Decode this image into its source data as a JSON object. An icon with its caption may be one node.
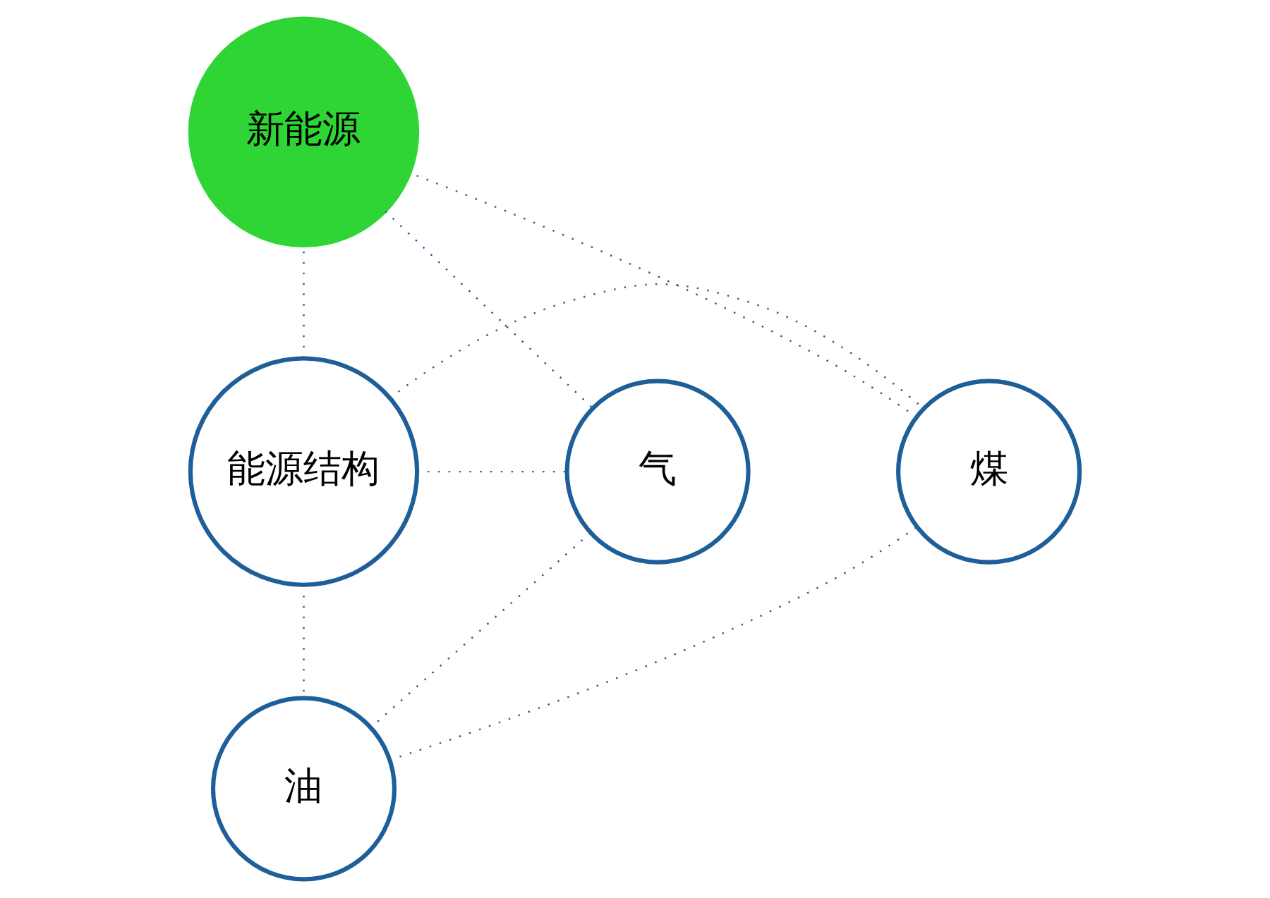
{
  "diagram": {
    "nodes": [
      {
        "text": [
          "新能源"
        ]
      },
      {
        "text": [
          "煤"
        ]
      },
      {
        "text": [
          "能源结构"
        ]
      },
      {
        "text": [
          "气"
        ]
      },
      {
        "text": [
          "油"
        ]
      }
    ],
    "edges": [
      {
        "from": 2,
        "to": 0,
        "arrow": "none",
        "style": "dashed"
      },
      {
        "from": 2,
        "to": 1,
        "arrow": "none",
        "style": "dashed"
      },
      {
        "from": 2,
        "to": 3,
        "arrow": "none",
        "style": "dashed"
      },
      {
        "from": 2,
        "to": 4,
        "arrow": "none",
        "style": "dashed"
      },
      {
        "from": 0,
        "to": 3,
        "arrow": "none",
        "style": "dashed",
        "color": "#1f5f99"
      },
      {
        "from": 3,
        "to": 4,
        "arrow": "none",
        "style": "dashed",
        "color": "#1f5f99"
      },
      {
        "from": 4,
        "to": 1,
        "arrow": "none",
        "style": "dashed",
        "color": "#1f5f99"
      },
      {
        "from": 1,
        "to": 0,
        "arrow": "none",
        "style": "dashed",
        "color": "#1f5f99"
      }
    ]
  }
}
